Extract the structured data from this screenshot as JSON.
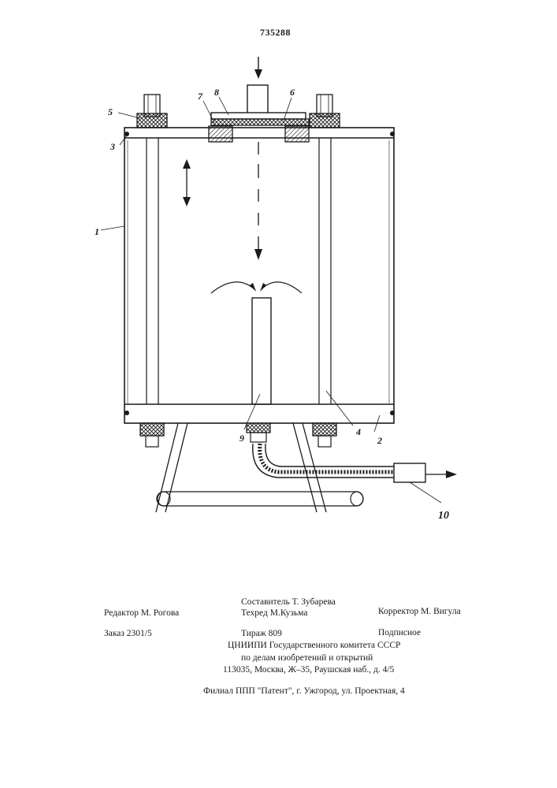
{
  "patent_number": "735288",
  "figure_labels": {
    "l1": "1",
    "l2": "2",
    "l3": "3",
    "l4": "4",
    "l5": "5",
    "l6": "6",
    "l7": "7",
    "l8": "8",
    "l9": "9",
    "l10": "10"
  },
  "imprint": {
    "compiler": "Составитель  Т.  Зубарева",
    "editor": "Редактор  М.  Рогова",
    "techred": "Техред  М.Кузьма",
    "corrector": "Корректор  М.  Вигула",
    "order": "Заказ  2301/5",
    "print_run": "Тираж  809",
    "subscription": "Подписное",
    "institute": "ЦНИИПИ Государственного комитета СССР",
    "committee": "по делам изобретений и открытий",
    "address": "113035, Москва, Ж–35, Раушская наб.,  д.  4/5",
    "branch": "Филиал ППП \"Патент\", г. Ужгород, ул. Проектная, 4"
  }
}
